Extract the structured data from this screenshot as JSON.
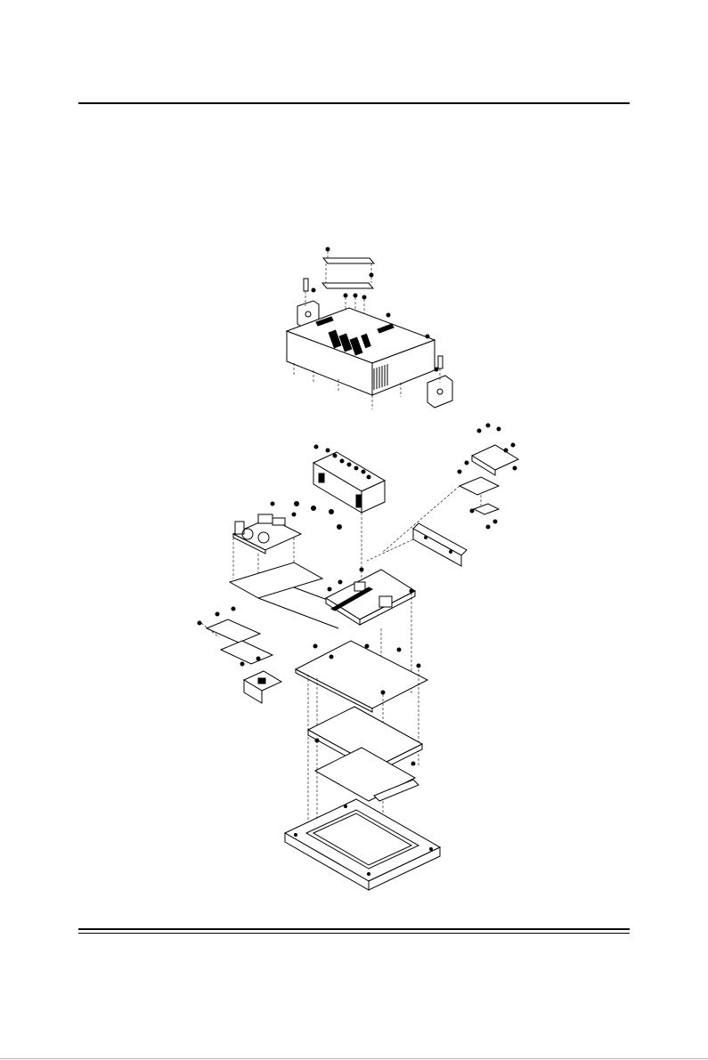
{
  "page": {
    "header_rule": "top-horizontal-rule",
    "footer_rule": "bottom-double-rule"
  },
  "figure": {
    "type": "exploded-assembly-drawing",
    "assemblies": [
      "rear-cover-assembly",
      "panel-pc-internal-assembly"
    ]
  }
}
